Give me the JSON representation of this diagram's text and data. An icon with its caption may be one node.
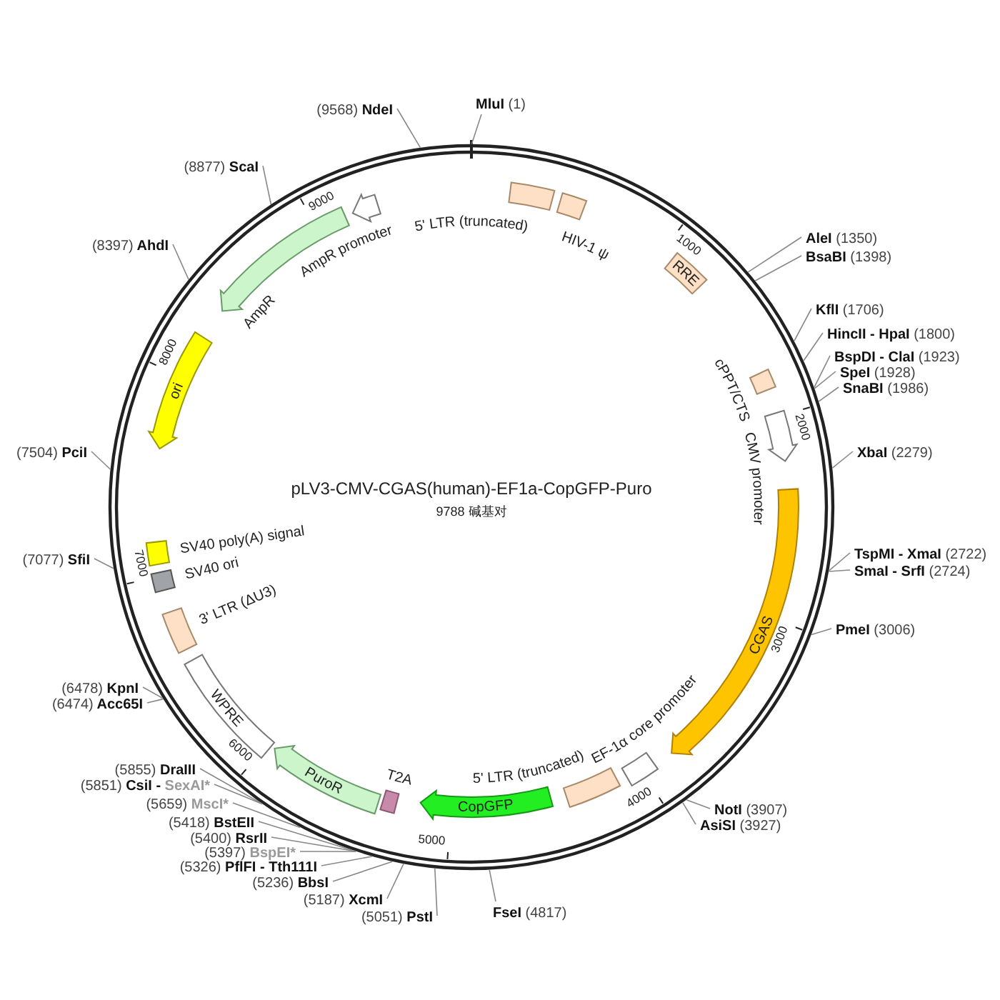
{
  "diagram": {
    "title": "pLV3-CMV-CGAS(human)-EF1a-CopGFP-Puro",
    "caption": "9788 碱基对",
    "nodes": [
      {
        "text": [],
        "shape": "circle"
      },
      {
        "text": [
          "5' LTR (truncated)"
        ],
        "in": 0
      },
      {
        "text": [
          "HIV-1 ψ"
        ],
        "in": 0
      },
      {
        "text": [
          "RRE"
        ],
        "in": 0
      },
      {
        "text": [
          "cPPT/CTS"
        ],
        "in": 0
      },
      {
        "text": [
          "CMV promoter"
        ],
        "in": 0
      },
      {
        "text": [
          "CGAS"
        ],
        "in": 0
      },
      {
        "text": [
          "EF-1α core promoter"
        ],
        "in": 0
      },
      {
        "text": [
          "5' LTR (truncated)"
        ],
        "in": 0
      },
      {
        "text": [
          "CopGFP"
        ],
        "in": 0
      },
      {
        "text": [
          "T2A"
        ],
        "in": 0
      },
      {
        "text": [
          "PuroR"
        ],
        "in": 0
      },
      {
        "text": [
          "WPRE"
        ],
        "in": 0
      },
      {
        "text": [
          "3' LTR (ΔU3)"
        ],
        "in": 0
      },
      {
        "text": [
          "SV40 ori"
        ],
        "in": 0
      },
      {
        "text": [
          "SV40 poly(A) signal"
        ],
        "in": 0
      },
      {
        "text": [
          "ori"
        ],
        "in": 0
      },
      {
        "text": [
          "AmpR"
        ],
        "in": 0
      },
      {
        "text": [
          "AmpR promoter"
        ],
        "in": 0
      },
      {
        "text": [
          "MluI",
          "(1)"
        ]
      },
      {
        "text": [
          "AleI",
          "(1350)"
        ]
      },
      {
        "text": [
          "BsaBI",
          "(1398)"
        ]
      },
      {
        "text": [
          "KflI",
          "(1706)"
        ]
      },
      {
        "text": [
          "HincII - HpaI",
          "(1800)"
        ]
      },
      {
        "text": [
          "BspDI - ClaI",
          "(1923)"
        ]
      },
      {
        "text": [
          "SpeI",
          "(1928)"
        ]
      },
      {
        "text": [
          "SnaBI",
          "(1986)"
        ]
      },
      {
        "text": [
          "XbaI",
          "(2279)"
        ]
      },
      {
        "text": [
          "TspMI - XmaI",
          "(2722)"
        ]
      },
      {
        "text": [
          "SmaI - SrfI",
          "(2724)"
        ]
      },
      {
        "text": [
          "PmeI",
          "(3006)"
        ]
      },
      {
        "text": [
          "NotI",
          "(3907)"
        ]
      },
      {
        "text": [
          "AsiSI",
          "(3927)"
        ]
      },
      {
        "text": [
          "FseI",
          "(4817)"
        ]
      },
      {
        "text": [
          "(5051)",
          "PstI"
        ]
      },
      {
        "text": [
          "(5187)",
          "XcmI"
        ]
      },
      {
        "text": [
          "(5236)",
          "BbsI"
        ]
      },
      {
        "text": [
          "(5326)",
          "PflFI - Tth111I"
        ]
      },
      {
        "text": [
          "(5397)",
          "BspEI*"
        ]
      },
      {
        "text": [
          "(5400)",
          "RsrII"
        ]
      },
      {
        "text": [
          "(5418)",
          "BstEII"
        ]
      },
      {
        "text": [
          "(5659)",
          "MscI*"
        ]
      },
      {
        "text": [
          "(5851)",
          "CsiI -",
          "SexAI*"
        ]
      },
      {
        "text": [
          "(5855)",
          "DraIII"
        ]
      },
      {
        "text": [
          "(6474)",
          "Acc65I"
        ]
      },
      {
        "text": [
          "(6478)",
          "KpnI"
        ]
      },
      {
        "text": [
          "(7077)",
          "SfiI"
        ]
      },
      {
        "text": [
          "(7504)",
          "PciI"
        ]
      },
      {
        "text": [
          "(8397)",
          "AhdI"
        ]
      },
      {
        "text": [
          "(8877)",
          "ScaI"
        ]
      },
      {
        "text": [
          "(9568)",
          "NdeI"
        ]
      }
    ],
    "edges": [
      {
        "from": 19,
        "to": 0,
        "arrow": "none"
      },
      {
        "from": 20,
        "to": 0,
        "arrow": "none"
      },
      {
        "from": 21,
        "to": 0,
        "arrow": "none"
      },
      {
        "from": 22,
        "to": 0,
        "arrow": "none"
      },
      {
        "from": 23,
        "to": 0,
        "arrow": "none"
      },
      {
        "from": 24,
        "to": 0,
        "arrow": "none"
      },
      {
        "from": 25,
        "to": 0,
        "arrow": "none"
      },
      {
        "from": 26,
        "to": 0,
        "arrow": "none"
      },
      {
        "from": 27,
        "to": 0,
        "arrow": "none"
      },
      {
        "from": 28,
        "to": 0,
        "arrow": "none"
      },
      {
        "from": 29,
        "to": 0,
        "arrow": "none"
      },
      {
        "from": 30,
        "to": 0,
        "arrow": "none"
      },
      {
        "from": 31,
        "to": 0,
        "arrow": "none"
      },
      {
        "from": 32,
        "to": 0,
        "arrow": "none"
      },
      {
        "from": 33,
        "to": 0,
        "arrow": "none"
      },
      {
        "from": 34,
        "to": 0,
        "arrow": "none"
      },
      {
        "from": 35,
        "to": 0,
        "arrow": "none"
      },
      {
        "from": 36,
        "to": 0,
        "arrow": "none"
      },
      {
        "from": 37,
        "to": 0,
        "arrow": "none"
      },
      {
        "from": 38,
        "to": 0,
        "arrow": "none"
      },
      {
        "from": 39,
        "to": 0,
        "arrow": "none"
      },
      {
        "from": 40,
        "to": 0,
        "arrow": "none"
      },
      {
        "from": 41,
        "to": 0,
        "arrow": "none"
      },
      {
        "from": 42,
        "to": 0,
        "arrow": "none"
      },
      {
        "from": 43,
        "to": 0,
        "arrow": "none"
      },
      {
        "from": 44,
        "to": 0,
        "arrow": "none"
      },
      {
        "from": 45,
        "to": 0,
        "arrow": "none"
      },
      {
        "from": 46,
        "to": 0,
        "arrow": "none"
      },
      {
        "from": 47,
        "to": 0,
        "arrow": "none"
      },
      {
        "from": 48,
        "to": 0,
        "arrow": "none"
      },
      {
        "from": 49,
        "to": 0,
        "arrow": "none"
      },
      {
        "from": 50,
        "to": 0,
        "arrow": "none"
      }
    ],
    "labels": [
      "1000",
      "2000",
      "3000",
      "4000",
      "5000",
      "6000",
      "7000",
      "8000",
      "9000"
    ]
  }
}
